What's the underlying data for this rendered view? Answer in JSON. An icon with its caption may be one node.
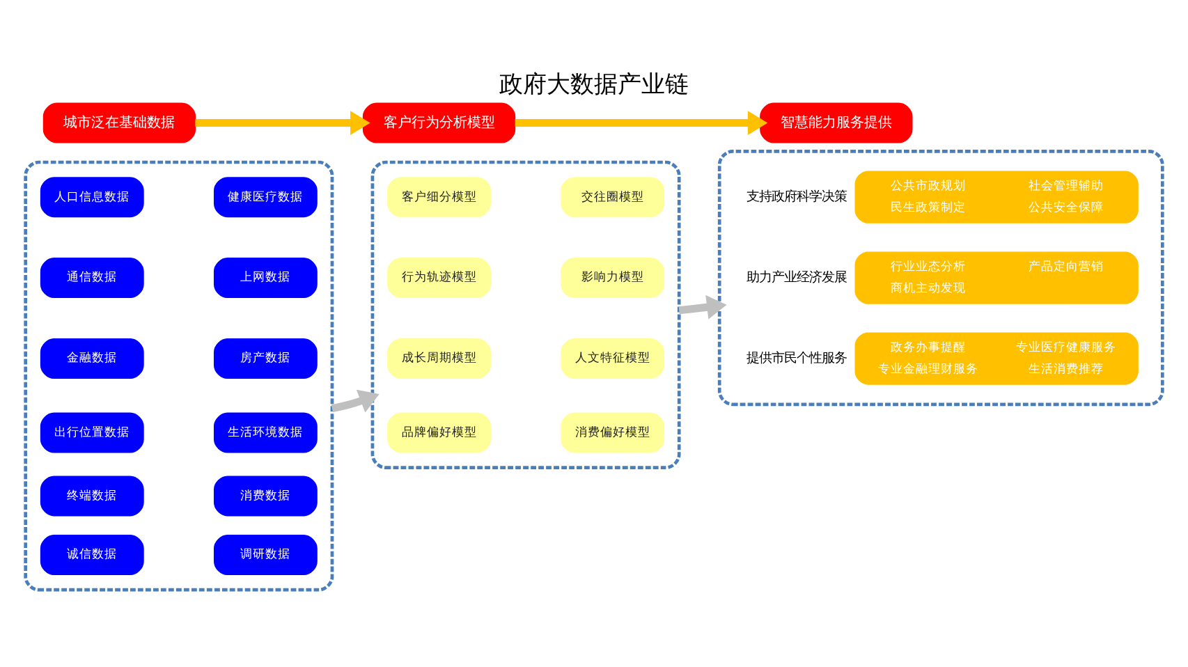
{
  "diagram": {
    "title": "政府大数据产业链",
    "nodes": [
      {
        "text": [
          "城市泛在基础数据"
        ]
      },
      {
        "text": [
          "客户行为分析模型"
        ]
      },
      {
        "text": [
          "智慧能力服务提供"
        ]
      },
      {
        "text": [],
        "shape": "box"
      },
      {
        "text": [
          "人口信息数据"
        ],
        "in": 3
      },
      {
        "text": [
          "健康医疗数据"
        ],
        "in": 3
      },
      {
        "text": [
          "通信数据"
        ],
        "in": 3
      },
      {
        "text": [
          "上网数据"
        ],
        "in": 3
      },
      {
        "text": [
          "金融数据"
        ],
        "in": 3
      },
      {
        "text": [
          "房产数据"
        ],
        "in": 3
      },
      {
        "text": [
          "出行位置数据"
        ],
        "in": 3
      },
      {
        "text": [
          "生活环境数据"
        ],
        "in": 3
      },
      {
        "text": [
          "终端数据"
        ],
        "in": 3
      },
      {
        "text": [
          "消费数据"
        ],
        "in": 3
      },
      {
        "text": [
          "诚信数据"
        ],
        "in": 3
      },
      {
        "text": [
          "调研数据"
        ],
        "in": 3
      },
      {
        "text": [],
        "shape": "box"
      },
      {
        "text": [
          "客户细分模型"
        ],
        "in": 16
      },
      {
        "text": [
          "交往圈模型"
        ],
        "in": 16
      },
      {
        "text": [
          "行为轨迹模型"
        ],
        "in": 16
      },
      {
        "text": [
          "影响力模型"
        ],
        "in": 16
      },
      {
        "text": [
          "成长周期模型"
        ],
        "in": 16
      },
      {
        "text": [
          "人文特征模型"
        ],
        "in": 16
      },
      {
        "text": [
          "品牌偏好模型"
        ],
        "in": 16
      },
      {
        "text": [
          "消费偏好模型"
        ],
        "in": 16
      },
      {
        "text": [],
        "shape": "box"
      },
      {
        "text": [
          "支持政府科学决策",
          "公共市政规划",
          "社会管理辅助",
          "民生政策制定",
          "公共安全保障"
        ],
        "in": 25
      },
      {
        "text": [
          "助力产业经济发展",
          "行业业态分析",
          "产品定向营销",
          "商机主动发现"
        ],
        "in": 25
      },
      {
        "text": [
          "提供市民个性服务",
          "政务办事提醒",
          "专业医疗健康服务",
          "专业金融理财服务",
          "生活消费推荐"
        ],
        "in": 25
      }
    ],
    "edges": [
      {
        "from": 0,
        "to": 1,
        "arrow": "to",
        "color": "#ffc000"
      },
      {
        "from": 1,
        "to": 2,
        "arrow": "to",
        "color": "#ffc000"
      },
      {
        "from": 3,
        "to": 16,
        "arrow": "to",
        "color": "#bfbfbf"
      },
      {
        "from": 16,
        "to": 25,
        "arrow": "to",
        "color": "#bfbfbf"
      }
    ]
  }
}
